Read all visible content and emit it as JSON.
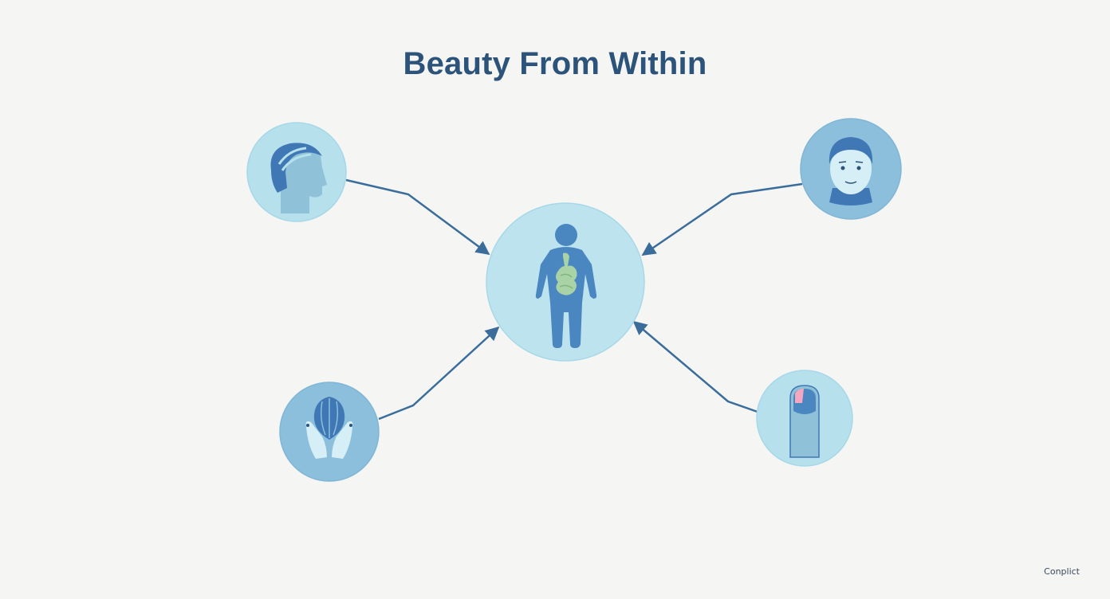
{
  "title": "Beauty From Within",
  "watermark": "Conplict",
  "colors": {
    "background": "#f5f5f4",
    "title": "#2c5379",
    "connector": "#3a6d9a",
    "circle_light": "#bde4ee",
    "circle_mid": "#a5d3e6",
    "circle_dark": "#8bbfdc",
    "icon_blue": "#4a87c0",
    "organ_green": "#a9d3a6",
    "nail_pink": "#f4a7bf"
  },
  "nodes": [
    {
      "id": "center",
      "icon": "body-organs-icon"
    },
    {
      "id": "hair",
      "icon": "hair-profile-icon"
    },
    {
      "id": "face",
      "icon": "face-skin-icon"
    },
    {
      "id": "gut",
      "icon": "hands-digestion-icon"
    },
    {
      "id": "nail",
      "icon": "nail-finger-icon"
    }
  ]
}
